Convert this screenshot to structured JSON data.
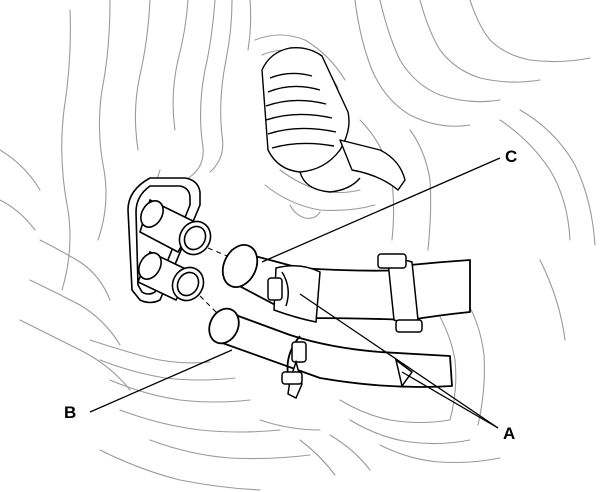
{
  "diagram": {
    "labels": {
      "a": "A",
      "b": "B",
      "c": "C"
    },
    "colors": {
      "ink": "#000000",
      "paper": "#ffffff",
      "faint": "#9a9a9a"
    }
  }
}
